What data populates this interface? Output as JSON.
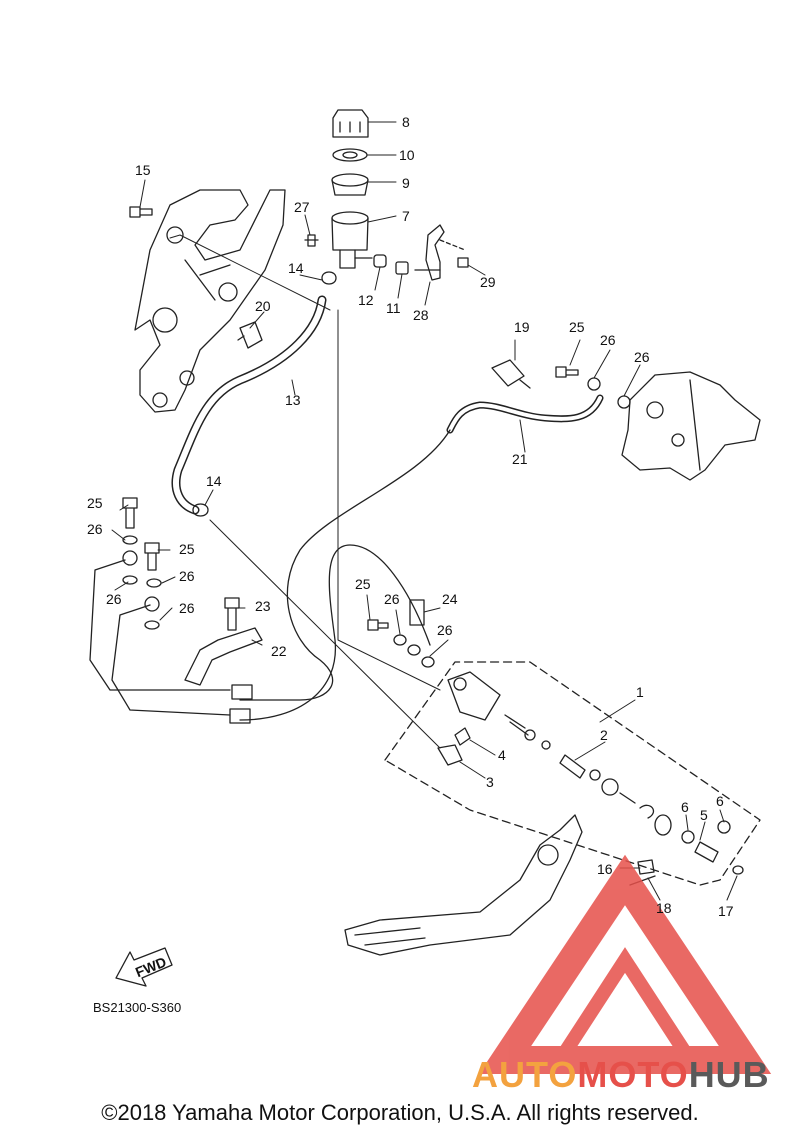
{
  "callouts": {
    "c1": "1",
    "c2": "2",
    "c3": "3",
    "c4": "4",
    "c5": "5",
    "c6a": "6",
    "c6b": "6",
    "c7": "7",
    "c8": "8",
    "c9": "9",
    "c10": "10",
    "c11": "11",
    "c12": "12",
    "c13": "13",
    "c14a": "14",
    "c14b": "14",
    "c15": "15",
    "c16": "16",
    "c17": "17",
    "c18": "18",
    "c19": "19",
    "c20": "20",
    "c21": "21",
    "c22": "22",
    "c23": "23",
    "c24": "24",
    "c25a": "25",
    "c25b": "25",
    "c25c": "25",
    "c25d": "25",
    "c26a": "26",
    "c26b": "26",
    "c26c": "26",
    "c26d": "26",
    "c26e": "26",
    "c26f": "26",
    "c26g": "26",
    "c27": "27",
    "c28": "28",
    "c29": "29"
  },
  "fwd_label": "FWD",
  "reference_code": "BS21300-S360",
  "watermark": {
    "part1": "AUTO",
    "part2": "MOTO",
    "part3": "HUB"
  },
  "copyright": "©2018 Yamaha Motor Corporation, U.S.A. All rights reserved.",
  "colors": {
    "watermark_orange": "#f3a23f",
    "watermark_red": "#e6504a",
    "watermark_gray": "#5a5a5a"
  }
}
